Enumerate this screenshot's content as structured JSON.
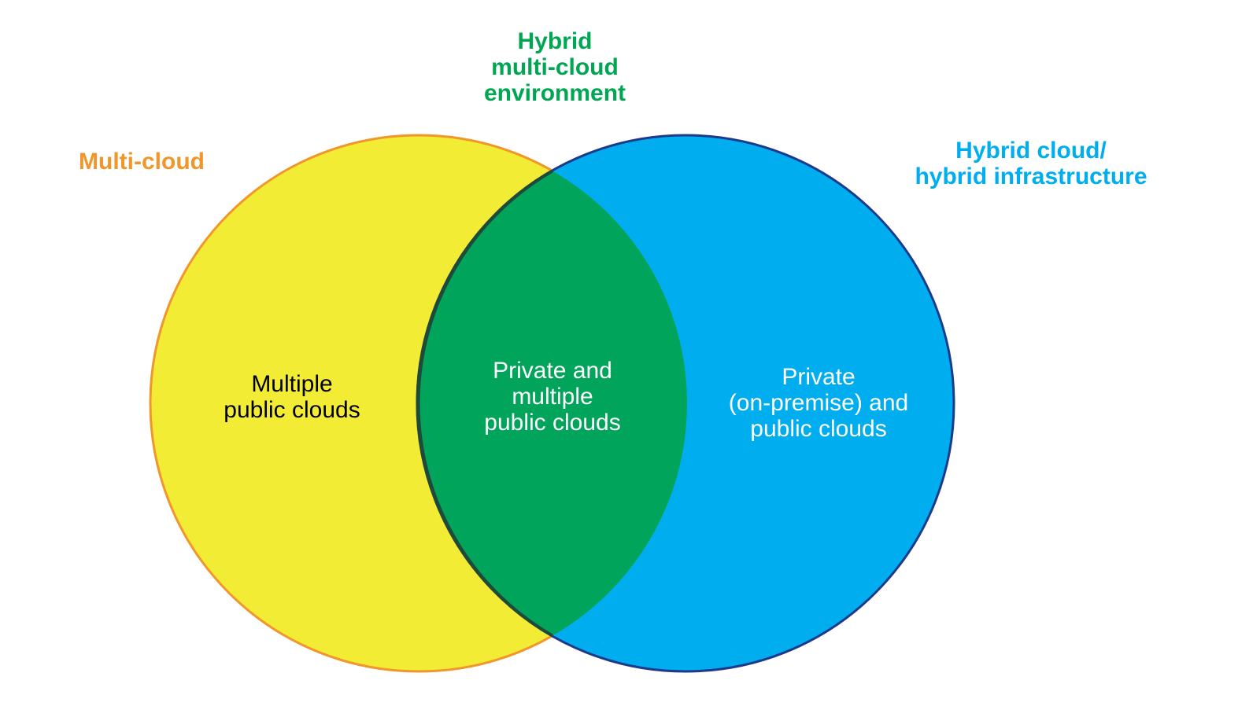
{
  "diagram": {
    "type": "venn",
    "colors": {
      "left_fill": "#F3EC34",
      "left_stroke": "#F0962B",
      "right_fill": "#00ADEE",
      "right_stroke": "#1B3A8C",
      "overlap_fill": "#00A45A",
      "overlap_stroke": "#1F4A3A",
      "label_orange": "#F0962B",
      "label_green": "#00A651",
      "label_blue": "#00AEEF"
    },
    "labels": {
      "multi_cloud": [
        "Multi-cloud"
      ],
      "hybrid_multi_cloud": [
        "Hybrid",
        "multi-cloud",
        "environment"
      ],
      "hybrid_cloud": [
        "Hybrid cloud/",
        "hybrid infrastructure"
      ]
    },
    "regions": {
      "left": [
        "Multiple",
        "public clouds"
      ],
      "center": [
        "Private and",
        "multiple",
        "public clouds"
      ],
      "right": [
        "Private",
        "(on-premise) and",
        "public clouds"
      ]
    }
  }
}
